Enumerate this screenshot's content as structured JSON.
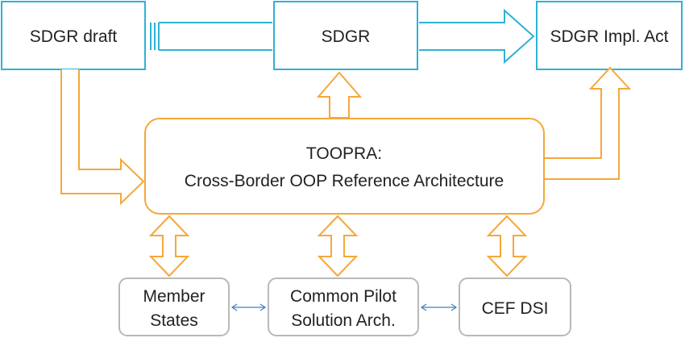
{
  "colors": {
    "blue": "#2eb2d6",
    "orange": "#f4a83a",
    "gray": "#b9b9b9",
    "link": "#3f7fc4",
    "text": "#222222"
  },
  "boxes": {
    "sdgr_draft": "SDGR draft",
    "sdgr": "SDGR",
    "sdgr_impl": "SDGR Impl. Act",
    "toopra_line1": "TOOPRA:",
    "toopra_line2": "Cross-Border OOP Reference Architecture",
    "member_line1": "Member",
    "member_line2": "States",
    "pilot_line1": "Common Pilot",
    "pilot_line2": "Solution Arch.",
    "cef": "CEF DSI"
  }
}
